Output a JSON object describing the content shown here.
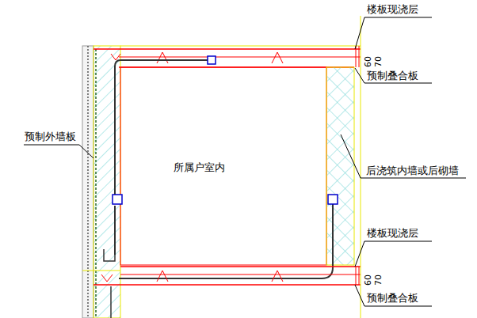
{
  "diagram": {
    "labels": [
      "楼板现浇层",
      "60",
      "70",
      "预制叠合板",
      "预制外墙板",
      "所属户室内",
      "后浇筑内墙或后砌墙",
      "楼板现浇层",
      "60",
      "70",
      "预制叠合板"
    ]
  }
}
